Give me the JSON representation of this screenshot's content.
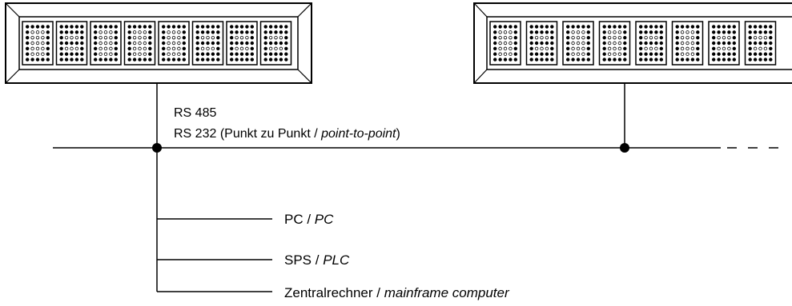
{
  "labels": {
    "bus_line1": "RS 485",
    "bus_line2_prefix": "RS 232 (Punkt zu Punkt / ",
    "bus_line2_italic": "point-to-point",
    "bus_line2_suffix": ")"
  },
  "devices": [
    {
      "label": "PC / ",
      "label_italic": "PC"
    },
    {
      "label": "SPS / ",
      "label_italic": "PLC"
    },
    {
      "label": "Zentralrechner / ",
      "label_italic": "mainframe computer"
    }
  ],
  "displays": [
    {
      "patterns": [
        "A",
        "B",
        "A",
        "A",
        "A",
        "B",
        "B",
        "B"
      ]
    },
    {
      "patterns": [
        "A",
        "B",
        "A",
        "A",
        "B",
        "A",
        "B",
        "B"
      ]
    }
  ],
  "colors": {
    "line": "#000000",
    "frame_fill": "#ffffff",
    "dot_on": "#000000"
  }
}
